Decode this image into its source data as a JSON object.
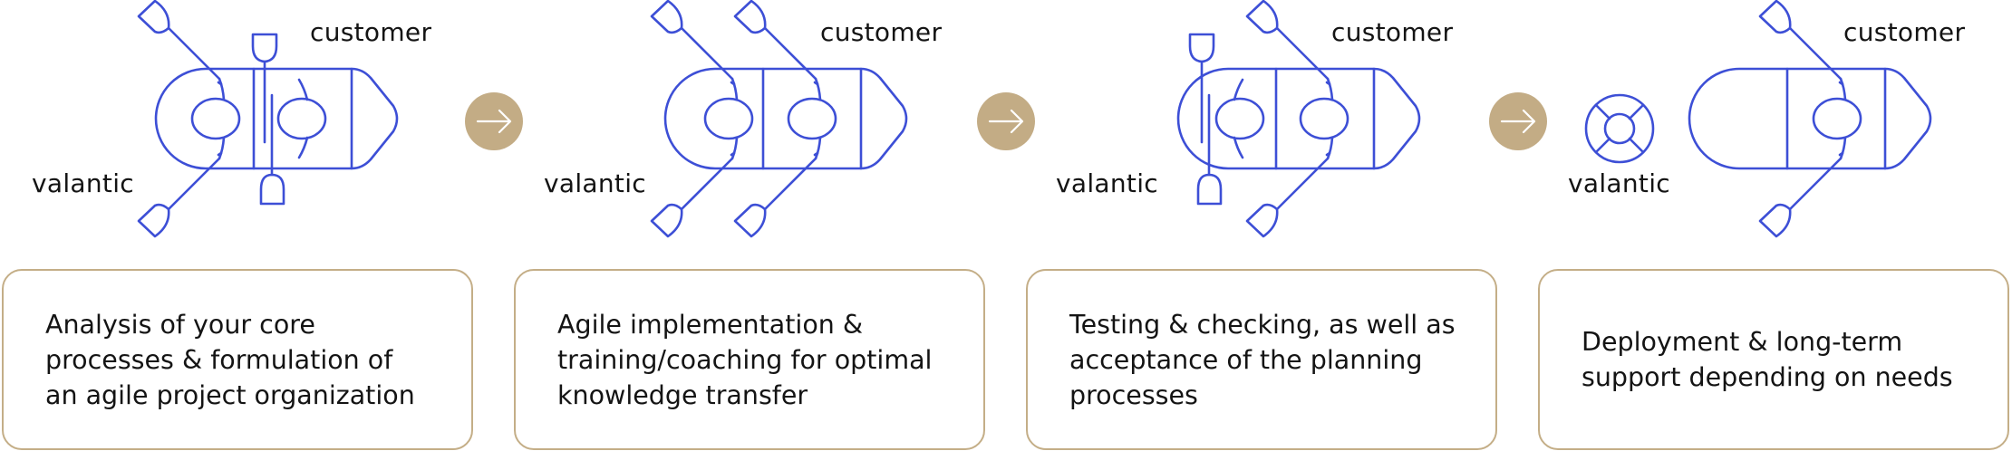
{
  "colors": {
    "boat_stroke": "#3d4fd6",
    "accent": "#c4ae87",
    "arrow_fill": "#c3ac85",
    "text": "#141414"
  },
  "steps": [
    {
      "customer_label": "customer",
      "provider_label": "valantic",
      "icon": "boat-two-rowers-mixed-oars-icon",
      "description": "Analysis of your core\nprocesses & formulation of\nan agile project organization"
    },
    {
      "customer_label": "customer",
      "provider_label": "valantic",
      "icon": "boat-two-rowers-diagonal-oars-icon",
      "description": "Agile implementation &\ntraining/coaching for optimal\nknowledge transfer"
    },
    {
      "customer_label": "customer",
      "provider_label": "valantic",
      "icon": "boat-two-rowers-mixed-oars-icon",
      "description": "Testing & checking, as well as\nacceptance of the planning\nprocesses"
    },
    {
      "customer_label": "customer",
      "provider_label": "valantic",
      "icon": "boat-one-rower-lifebuoy-icon",
      "description": "Deployment & long-term\nsupport depending on needs"
    }
  ],
  "connectors": [
    {
      "icon": "arrow-right-icon",
      "glyph": "→"
    },
    {
      "icon": "arrow-right-icon",
      "glyph": "→"
    },
    {
      "icon": "arrow-right-icon",
      "glyph": "→"
    }
  ]
}
